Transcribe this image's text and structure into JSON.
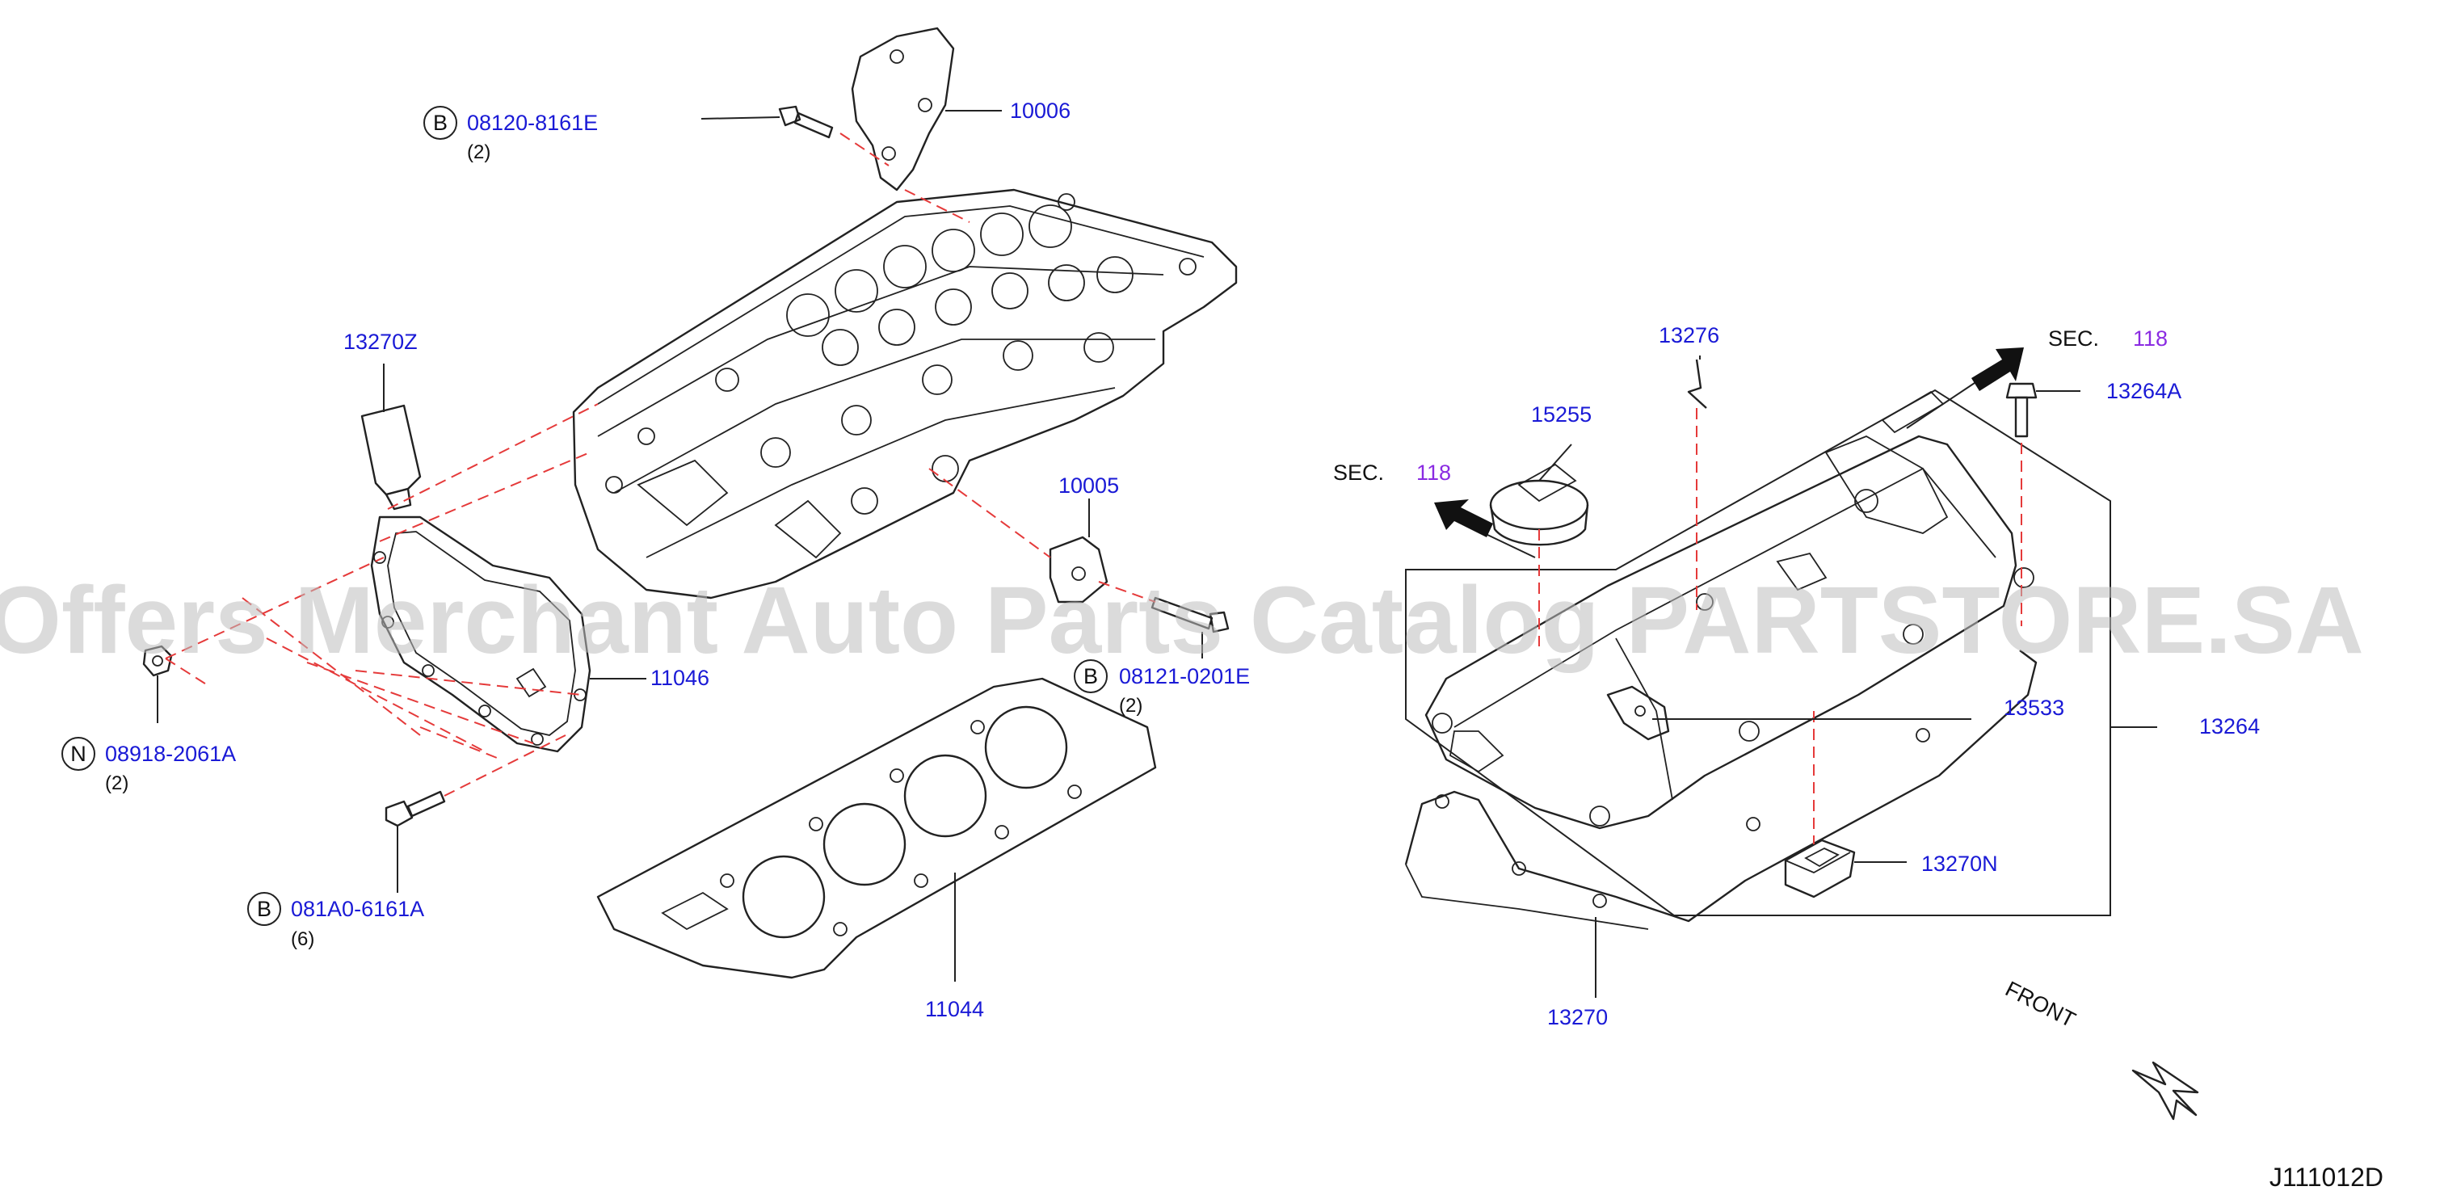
{
  "diagram": {
    "drawing_code": "J111012D",
    "watermark": "Offers Merchant Auto Parts Catalog PARTSTORE.SA",
    "front_label": "FRONT",
    "sec_label": "SEC.",
    "sec_ref": "118",
    "markers": {
      "B": "B",
      "N": "N"
    },
    "parts": {
      "p10006": "10006",
      "p08120": "08120-8161E",
      "p08120_qty": "(2)",
      "p13270Z": "13270Z",
      "p10005": "10005",
      "p08121": "08121-0201E",
      "p08121_qty": "(2)",
      "p11046": "11046",
      "p08918": "08918-2061A",
      "p08918_qty": "(2)",
      "p081A0": "081A0-6161A",
      "p081A0_qty": "(6)",
      "p11044": "11044",
      "p13276": "13276",
      "p15255": "15255",
      "p13264A": "13264A",
      "p13533": "13533",
      "p13264": "13264",
      "p13270N": "13270N",
      "p13270": "13270"
    }
  }
}
